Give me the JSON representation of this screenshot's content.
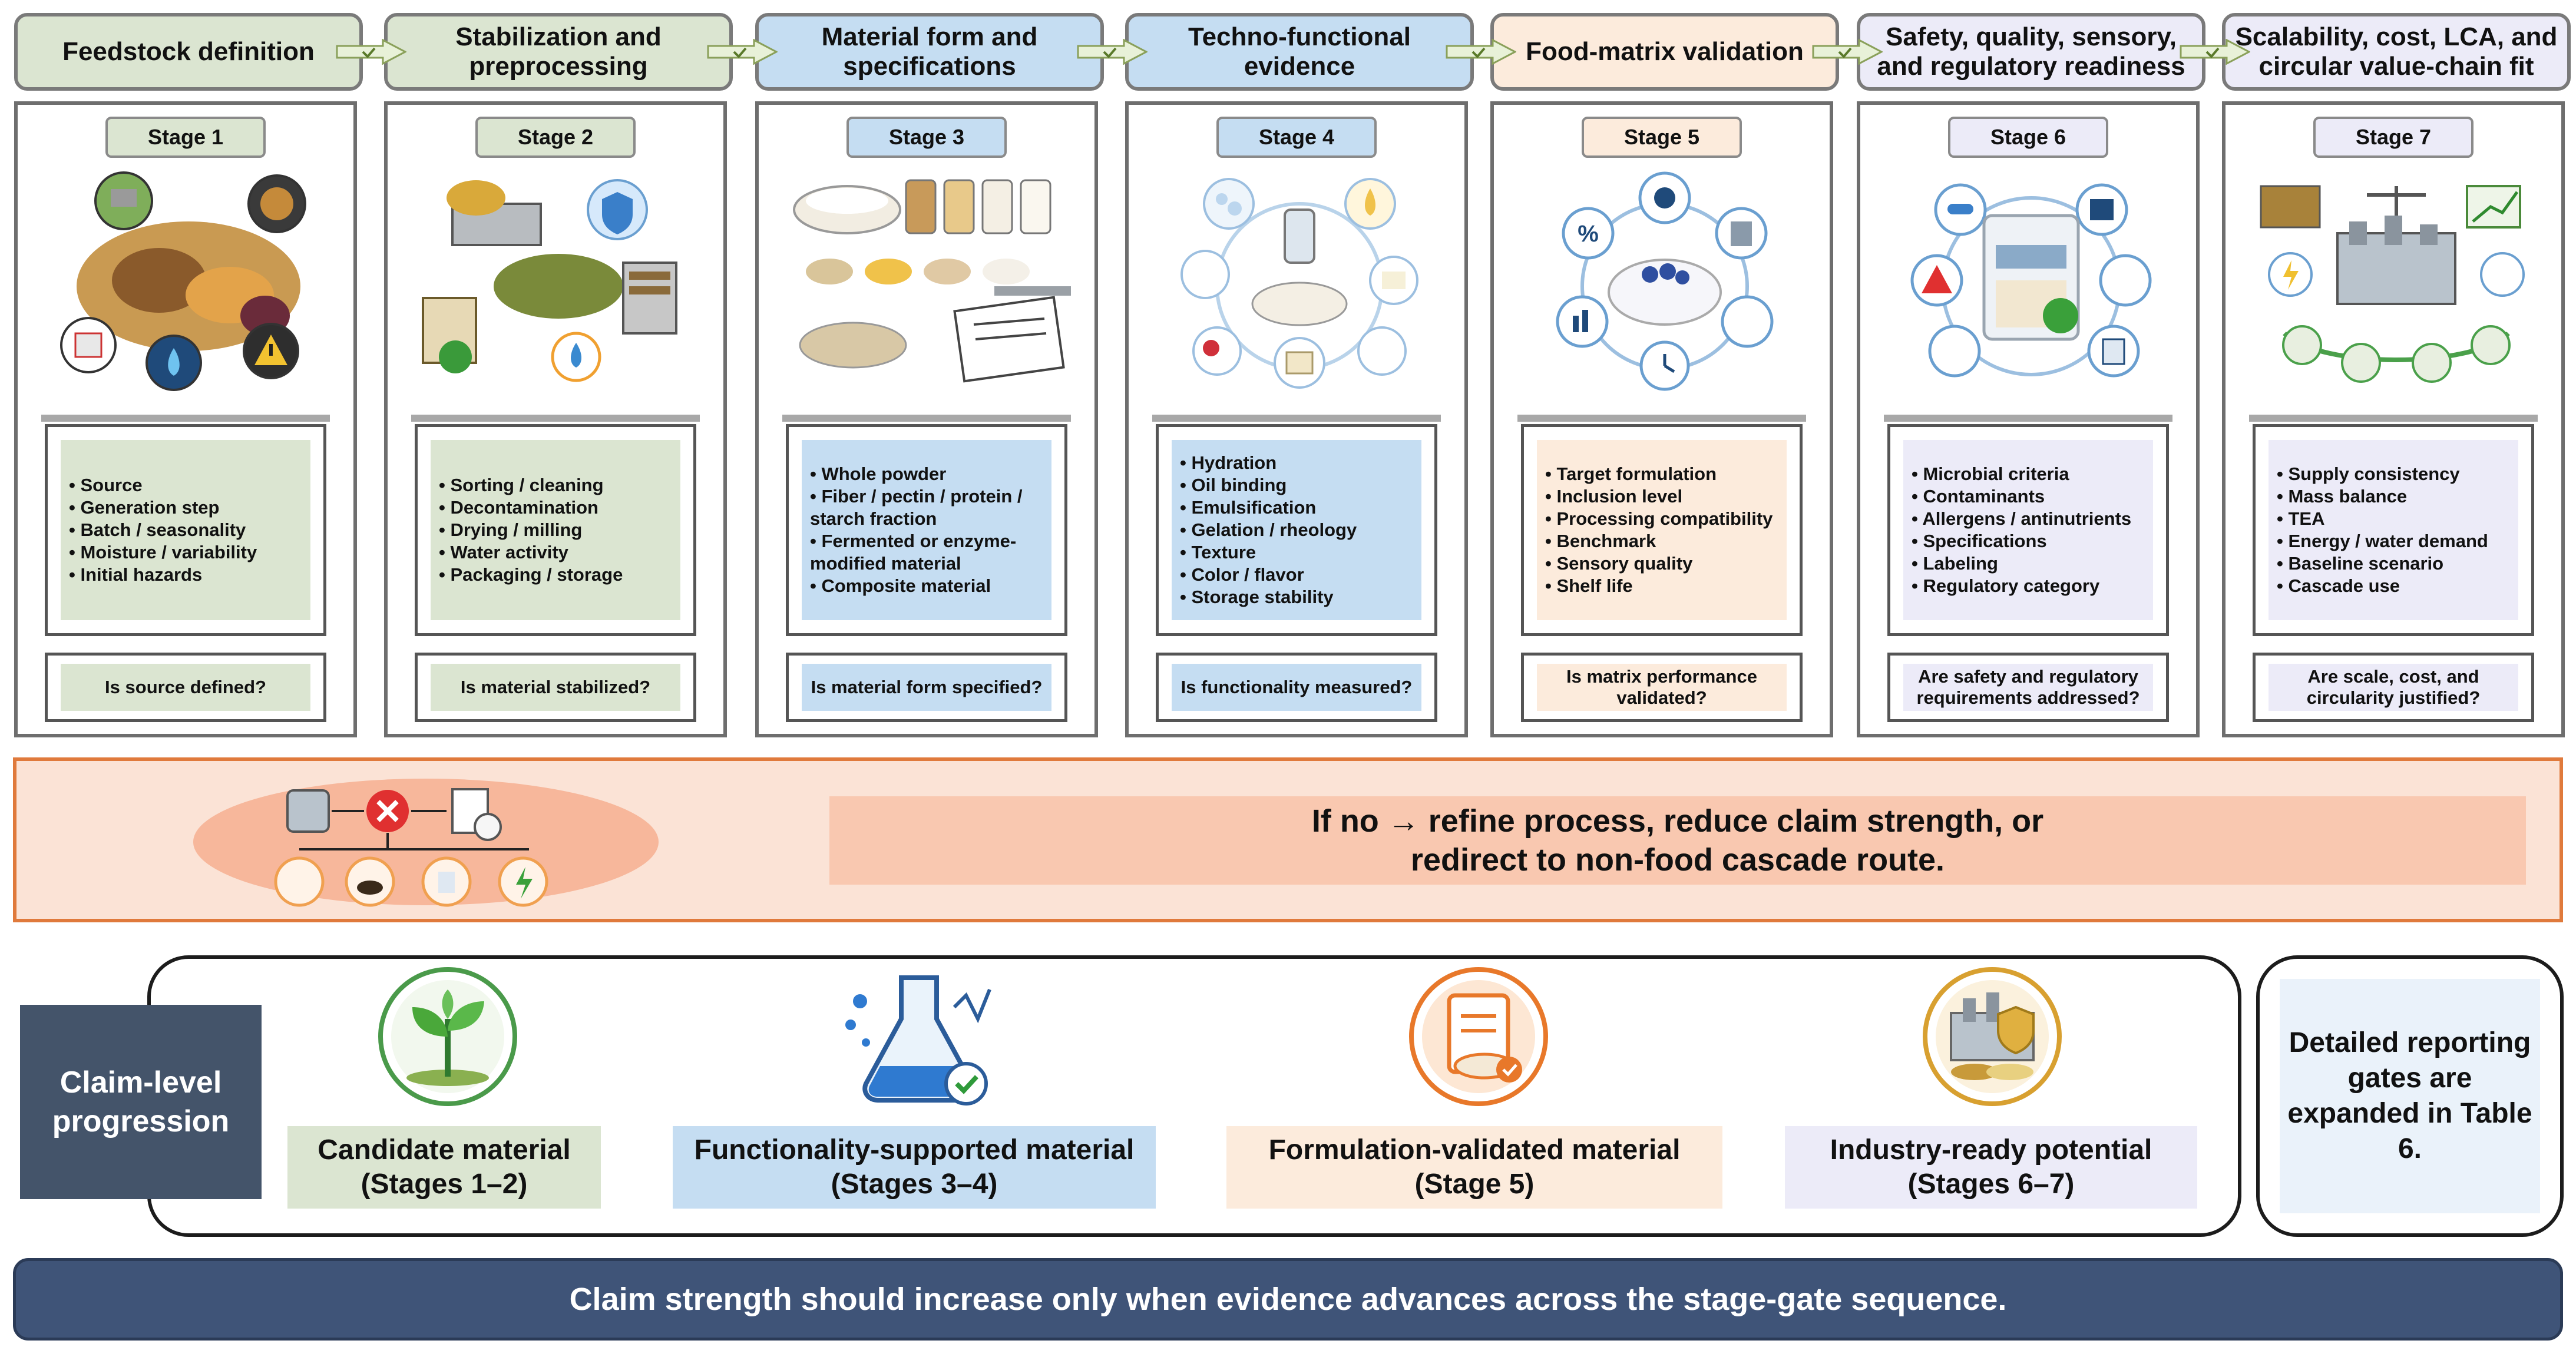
{
  "colors": {
    "green": "#dbe5d1",
    "blue": "#c5ddf2",
    "peach": "#fcebdc",
    "lavender": "#ecebf8",
    "orange_border": "#e07a3c",
    "navy": "#44546a",
    "footer": "#3f5478"
  },
  "stages": [
    {
      "header": "Feedstock definition",
      "label": "Stage 1",
      "color": "#dbe5d1",
      "items": [
        "Source",
        "Generation step",
        "Batch /  seasonality",
        "Moisture /  variability",
        "Initial hazards"
      ],
      "gate": "Is source defined?",
      "icons": [
        "farm-icon",
        "grain-icon",
        "calendar-icon",
        "moisture-gauge-icon",
        "hazard-icon"
      ]
    },
    {
      "header": "Stabilization and preprocessing",
      "label": "Stage 2",
      "color": "#dbe5d1",
      "items": [
        "Sorting / cleaning",
        "Decontamination",
        "Drying / milling",
        "Water activity",
        "Packaging /  storage"
      ],
      "gate": "Is material stabilized?",
      "icons": [
        "washing-tray-icon",
        "shield-icon",
        "dryer-icon",
        "package-icon",
        "water-drop-icon"
      ]
    },
    {
      "header": "Material form and specifications",
      "label": "Stage 3",
      "color": "#c5ddf2",
      "items": [
        "Whole powder",
        "Fiber / pectin /  protein /  starch  fraction",
        "Fermented or  enzyme-modified  material",
        "Composite material"
      ],
      "gate": "Is material form specified?",
      "icons": [
        "powder-bowl-icon",
        "jar-icon",
        "caliper-icon",
        "clipboard-icon"
      ]
    },
    {
      "header": "Techno-functional evidence",
      "label": "Stage 4",
      "color": "#c5ddf2",
      "items": [
        "Hydration",
        "Oil binding",
        "Emulsification",
        "Gelation / rheology",
        "Texture",
        "Color / flavor",
        "Storage stability"
      ],
      "gate": "Is functionality measured?",
      "icons": [
        "foam-icon",
        "oil-drop-icon",
        "mixer-icon",
        "gel-icon",
        "cube-icon"
      ]
    },
    {
      "header": "Food-matrix validation",
      "label": "Stage 5",
      "color": "#fcebdc",
      "items": [
        "Target formulation",
        "Inclusion level",
        "Processing  compatibility",
        "Benchmark",
        "Sensory quality",
        "Shelf life"
      ],
      "gate": "Is matrix performance validated?",
      "icons": [
        "target-icon",
        "percent-icon",
        "yogurt-icon",
        "chart-icon",
        "clock-icon"
      ]
    },
    {
      "header": "Safety, quality, sensory, and regulatory readiness",
      "label": "Stage 6",
      "color": "#ecebf8",
      "items": [
        "Microbial criteria",
        "Contaminants",
        "Allergens /  antinutrients",
        "Specifications",
        "Labeling",
        "Regulatory category"
      ],
      "gate": "Are safety and regulatory requirements addressed?",
      "icons": [
        "microbe-icon",
        "regulation-icon",
        "warning-icon",
        "label-icon",
        "checklist-icon"
      ]
    },
    {
      "header": "Scalability, cost, LCA, and circular value-chain fit",
      "label": "Stage 7",
      "color": "#ecebf8",
      "items": [
        "Supply consistency",
        "Mass balance",
        "TEA",
        "Energy / water  demand",
        "Baseline scenario",
        "Cascade use"
      ],
      "gate": "Are scale, cost, and circularity justified?",
      "icons": [
        "scale-icon",
        "factory-icon",
        "growth-chart-icon",
        "energy-icon",
        "recycle-icon"
      ]
    }
  ],
  "feedback": {
    "text_line1": "If no → refine process, reduce claim strength, or",
    "text_line2": "redirect to non-food cascade route.",
    "icons": [
      "processing-unit-icon",
      "reject-icon",
      "document-gauge-icon",
      "animal-feed-icon",
      "compost-icon",
      "bioproduct-icon",
      "bioenergy-icon"
    ]
  },
  "claims": {
    "label": "Claim-level progression",
    "levels": [
      {
        "name": "Candidate material",
        "stages": "(Stages 1–2)",
        "color": "#dbe5d1",
        "icon": "seedling-icon"
      },
      {
        "name": "Functionality-supported material",
        "stages": "(Stages 3–4)",
        "color": "#c5ddf2",
        "icon": "flask-icon"
      },
      {
        "name": "Formulation-validated material",
        "stages": "(Stage 5)",
        "color": "#fcebdc",
        "icon": "formulation-clipboard-icon"
      },
      {
        "name": "Industry-ready potential",
        "stages": "(Stages 6–7)",
        "color": "#ecebf8",
        "icon": "industry-icon"
      }
    ],
    "note": "Detailed reporting gates are expanded in Table 6."
  },
  "footer": "Claim strength should increase only when evidence advances across the stage-gate sequence."
}
